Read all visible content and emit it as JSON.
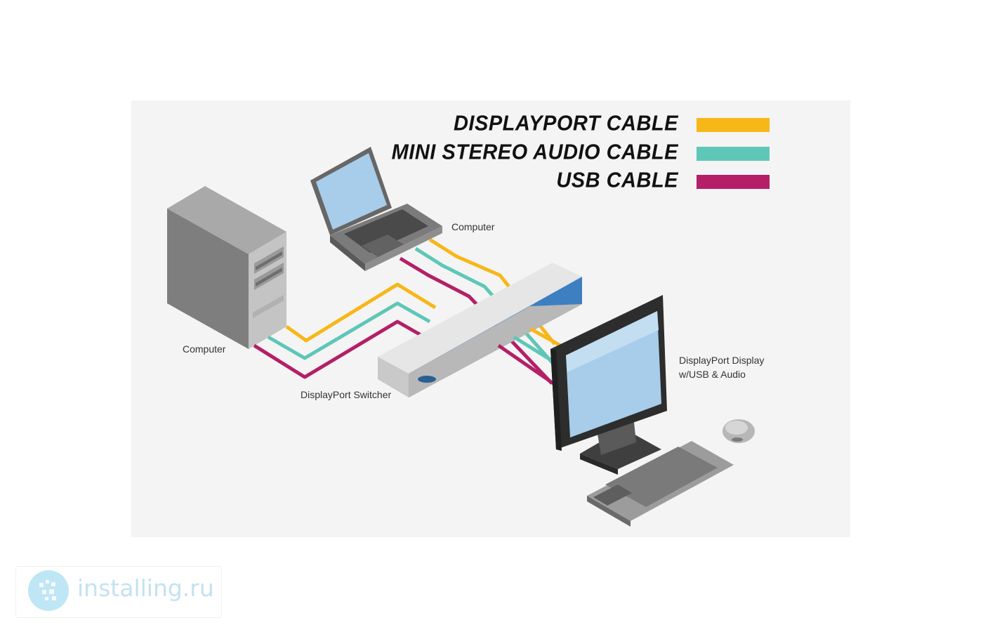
{
  "legend": [
    {
      "label": "DISPLAYPORT CABLE",
      "color": "#f6b718"
    },
    {
      "label": "MINI STEREO AUDIO CABLE",
      "color": "#5ec7b7"
    },
    {
      "label": "USB CABLE",
      "color": "#b41f67"
    }
  ],
  "devices": {
    "tower_label": "Computer",
    "laptop_label": "Computer",
    "switcher_label": "DisplayPort Switcher",
    "display_label_line1": "DisplayPort Display",
    "display_label_line2": "w/USB & Audio"
  },
  "watermark": {
    "text": "installing.ru"
  },
  "colors": {
    "panel_bg": "#f4f4f4",
    "switcher_blue": "#3d7fc1",
    "screen_blue": "#a7cdea"
  }
}
